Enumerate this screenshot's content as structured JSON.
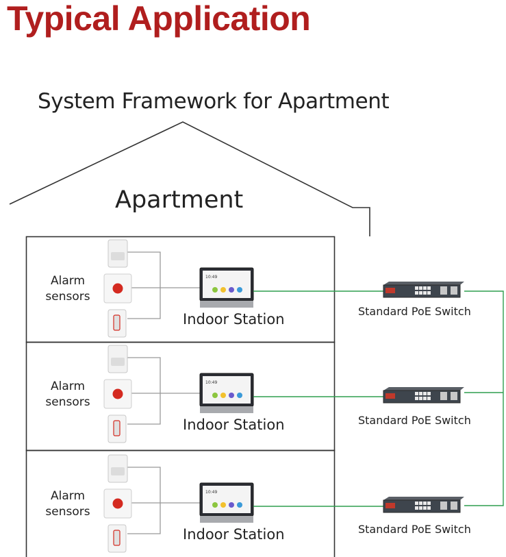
{
  "title": "Typical Application",
  "framework_label": "System Framework for Apartment",
  "apartment_label": "Apartment",
  "floors": [
    {
      "alarm_label_1": "Alarm",
      "alarm_label_2": "sensors",
      "indoor_label": "Indoor Station",
      "switch_label": "Standard PoE Switch",
      "screen_time": "10:49"
    },
    {
      "alarm_label_1": "Alarm",
      "alarm_label_2": "sensors",
      "indoor_label": "Indoor Station",
      "switch_label": "Standard PoE Switch",
      "screen_time": "10:49"
    },
    {
      "alarm_label_1": "Alarm",
      "alarm_label_2": "sensors",
      "indoor_label": "Indoor Station",
      "switch_label": "Standard PoE Switch",
      "screen_time": "10:49"
    }
  ],
  "colors": {
    "title": "#b01e1e",
    "network_line": "#2e9e4e",
    "alarm_line": "#999999"
  }
}
